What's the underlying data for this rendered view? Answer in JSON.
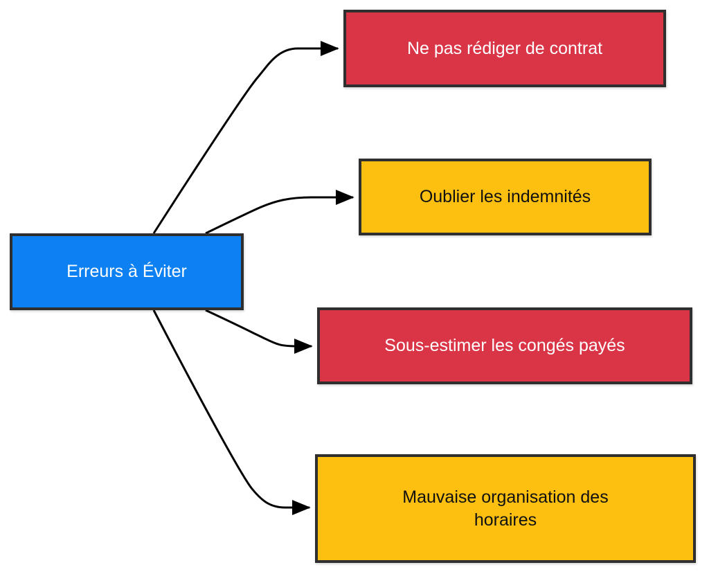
{
  "diagram": {
    "type": "flowchart",
    "orientation": "left-to-right",
    "background_color": "#ffffff",
    "root": {
      "id": "root",
      "label": "Erreurs à Éviter",
      "fill_color": "#0d80f2",
      "text_color": "#ffffff",
      "border_color": "#2f2f2f"
    },
    "branches": [
      {
        "id": "e1",
        "label": "Ne pas rédiger de contrat",
        "fill_color": "#d93547",
        "text_color": "#ffffff",
        "border_color": "#2f2f2f"
      },
      {
        "id": "e2",
        "label": "Oublier les indemnités",
        "fill_color": "#fdc010",
        "text_color": "#101010",
        "border_color": "#2f2f2f"
      },
      {
        "id": "e3",
        "label": "Sous-estimer les congés payés",
        "fill_color": "#d93547",
        "text_color": "#ffffff",
        "border_color": "#2f2f2f"
      },
      {
        "id": "e4",
        "label": "Mauvaise organisation des\nhoraires",
        "fill_color": "#fdc010",
        "text_color": "#101010",
        "border_color": "#2f2f2f"
      }
    ],
    "connectors": {
      "stroke_color": "#000000",
      "stroke_width": 3,
      "arrowhead": "solid-triangle",
      "count": 4
    }
  }
}
